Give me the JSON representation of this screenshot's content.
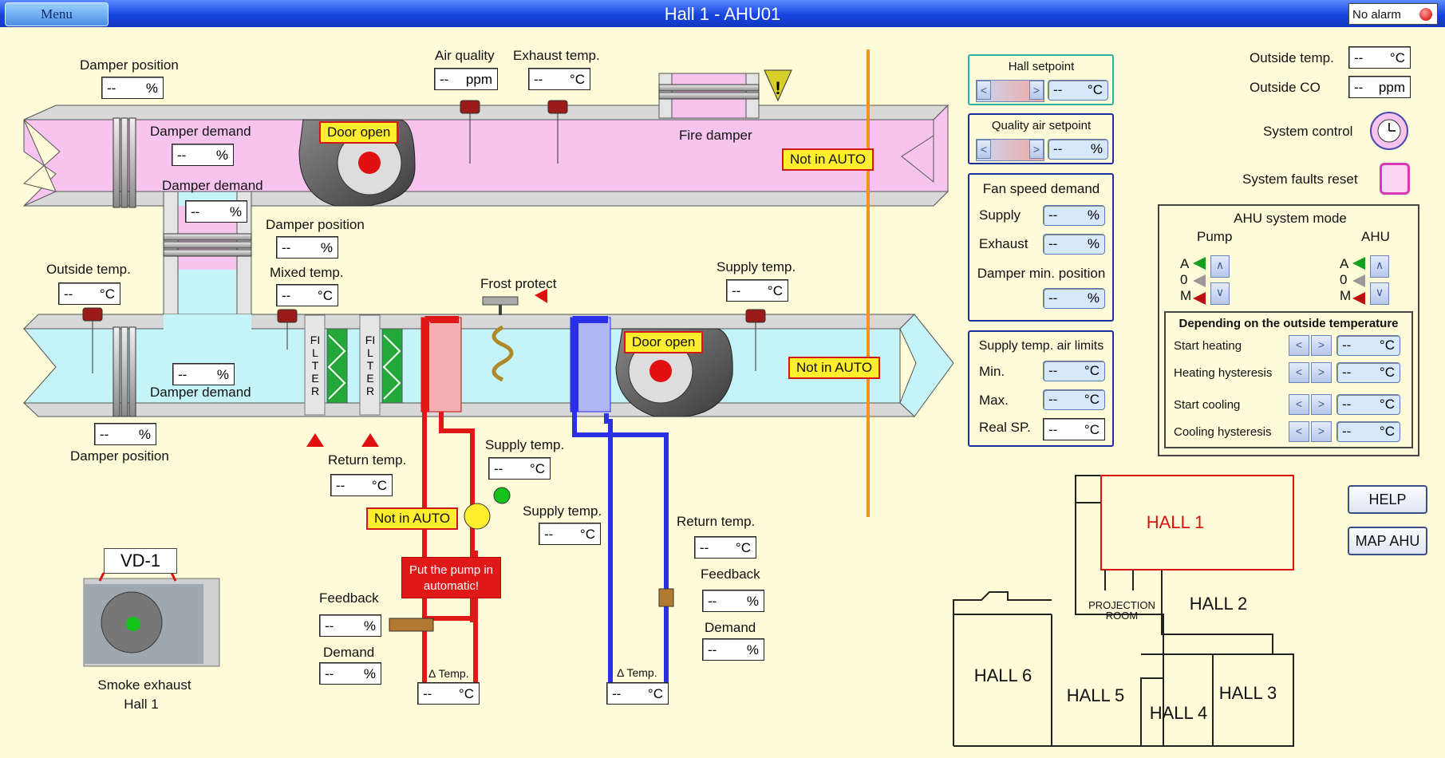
{
  "window": {
    "title": "Hall 1 - AHU01",
    "menu_label": "Menu",
    "alarm_text": "No alarm"
  },
  "exhaust_duct": {
    "damper_position": {
      "label": "Damper position",
      "value": "--",
      "unit": "%"
    },
    "damper_demand": {
      "label": "Damper demand",
      "value": "--",
      "unit": "%"
    },
    "air_quality": {
      "label": "Air quality",
      "value": "--",
      "unit": "ppm"
    },
    "exhaust_temp": {
      "label": "Exhaust temp.",
      "value": "--",
      "unit": "°C"
    },
    "door_open": "Door open",
    "fire_damper": "Fire damper",
    "not_in_auto": "Not in AUTO"
  },
  "bypass": {
    "damper_demand": {
      "label": "Damper demand",
      "value": "--",
      "unit": "%"
    },
    "damper_position": {
      "label": "Damper position",
      "value": "--",
      "unit": "%"
    }
  },
  "supply_duct": {
    "outside_temp": {
      "label": "Outside temp.",
      "value": "--",
      "unit": "°C"
    },
    "mixed_temp": {
      "label": "Mixed temp.",
      "value": "--",
      "unit": "°C"
    },
    "damper_demand": {
      "label": "Damper demand",
      "value": "--",
      "unit": "%"
    },
    "damper_position": {
      "label": "Damper position",
      "value": "--",
      "unit": "%"
    },
    "filter_label": "FILTER",
    "frost_protect": "Frost protect",
    "supply_temp": {
      "label": "Supply temp.",
      "value": "--",
      "unit": "°C"
    },
    "door_open": "Door open",
    "not_in_auto": "Not in AUTO"
  },
  "heating": {
    "return_temp": {
      "label": "Return temp.",
      "value": "--",
      "unit": "°C"
    },
    "supply_temp": {
      "label": "Supply temp.",
      "value": "--",
      "unit": "°C"
    },
    "not_in_auto": "Not in AUTO",
    "pump_msg": "Put the pump in automatic!",
    "feedback": {
      "label": "Feedback",
      "value": "--",
      "unit": "%"
    },
    "demand": {
      "label": "Demand",
      "value": "--",
      "unit": "%"
    },
    "delta_temp": {
      "label": "Δ Temp.",
      "value": "--",
      "unit": "°C"
    }
  },
  "cooling": {
    "supply_temp": {
      "label": "Supply temp.",
      "value": "--",
      "unit": "°C"
    },
    "return_temp": {
      "label": "Return temp.",
      "value": "--",
      "unit": "°C"
    },
    "feedback": {
      "label": "Feedback",
      "value": "--",
      "unit": "%"
    },
    "demand": {
      "label": "Demand",
      "value": "--",
      "unit": "%"
    },
    "delta_temp": {
      "label": "Δ Temp.",
      "value": "--",
      "unit": "°C"
    }
  },
  "smoke": {
    "id": "VD-1",
    "line1": "Smoke exhaust",
    "line2": "Hall 1"
  },
  "setpoints": {
    "hall": {
      "title": "Hall setpoint",
      "value": "--",
      "unit": "°C"
    },
    "quality": {
      "title": "Quality air setpoint",
      "value": "--",
      "unit": "%"
    },
    "fan_speed": {
      "title": "Fan speed demand",
      "supply": "Supply",
      "exhaust": "Exhaust",
      "damper_min": "Damper min. position",
      "supply_value": "--",
      "exhaust_value": "--",
      "damper_value": "--",
      "unit": "%"
    },
    "supply_limits": {
      "title": "Supply temp. air limits",
      "min": "Min.",
      "max": "Max.",
      "real": "Real SP.",
      "min_value": "--",
      "max_value": "--",
      "real_value": "--",
      "unit": "°C"
    }
  },
  "system": {
    "outside_temp": {
      "label": "Outside temp.",
      "value": "--",
      "unit": "°C"
    },
    "outside_co": {
      "label": "Outside CO",
      "value": "--",
      "unit": "ppm"
    },
    "system_control": "System control",
    "faults_reset": "System faults reset"
  },
  "mode": {
    "title": "AHU system mode",
    "pump": "Pump",
    "ahu": "AHU",
    "modes": [
      "A",
      "0",
      "M"
    ],
    "outside_title": "Depending on the outside temperature",
    "rows": [
      {
        "label": "Start heating",
        "value": "--",
        "unit": "°C"
      },
      {
        "label": "Heating hysteresis",
        "value": "--",
        "unit": "°C"
      },
      {
        "label": "Start cooling",
        "value": "--",
        "unit": "°C"
      },
      {
        "label": "Cooling hysteresis",
        "value": "--",
        "unit": "°C"
      }
    ]
  },
  "buttons": {
    "help": "HELP",
    "map": "MAP AHU"
  },
  "map": {
    "hall1": "HALL 1",
    "hall2": "HALL 2",
    "hall3": "HALL 3",
    "hall4": "HALL 4",
    "hall5": "HALL 5",
    "hall6": "HALL 6",
    "projection1": "PROJECTION",
    "projection2": "ROOM"
  },
  "colors": {
    "exhaust_air": "#f7c4ef",
    "supply_air": "#c4f4f8",
    "heating": "#e01818",
    "cooling": "#2a30e6",
    "tag_fill": "#ffee2e",
    "panel_border": "#1d2f9c"
  }
}
